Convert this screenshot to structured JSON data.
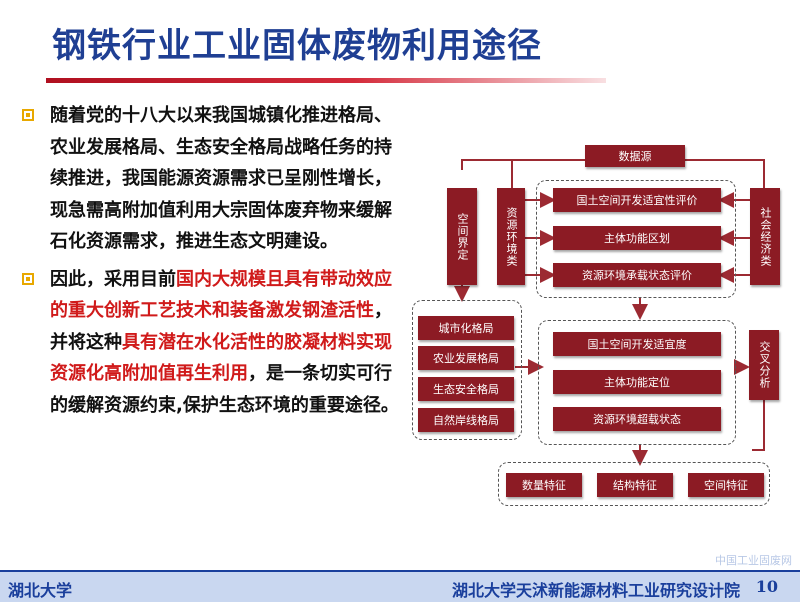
{
  "slide": {
    "title": "钢铁行业工业固体废物利用途径",
    "page_number": "10",
    "watermark": "中国工业固废网"
  },
  "bullets": [
    {
      "segments": [
        {
          "text": "随着党的十八大以来我国城镇化推进格局、农业发展格局、生态安全格局战略任务的持续推进，我国能源资源需求已呈刚性增长，现急需高附加值利用大宗固体废弃物来缓解石化资源需求，推进生态文明建设。",
          "highlight": false
        }
      ]
    },
    {
      "segments": [
        {
          "text": "因此，采用目前",
          "highlight": false
        },
        {
          "text": "国内大规模且具有带动效应的重大创新工艺技术和装备激发钢渣活性",
          "highlight": true
        },
        {
          "text": "，并将这种",
          "highlight": false
        },
        {
          "text": "具有潜在水化活性的胶凝材料实现资源化高附加值再生利用",
          "highlight": true
        },
        {
          "text": "，是一条切实可行的缓解资源约束,保护生态环境的重要途径。",
          "highlight": false
        }
      ]
    }
  ],
  "diagram": {
    "data_source": "数据源",
    "spatial_boundary": "空间界定",
    "resource_environment_type": "资源环境类",
    "socio_economic_type": "社会经济类",
    "cross_analysis": "交叉分析",
    "evaluations": [
      "国土空间开发适宜性评价",
      "主体功能区划",
      "资源环境承载状态评价"
    ],
    "results": [
      "国土空间开发适宜度",
      "主体功能定位",
      "资源环境超载状态"
    ],
    "patterns": [
      "城市化格局",
      "农业发展格局",
      "生态安全格局",
      "自然岸线格局"
    ],
    "features": [
      "数量特征",
      "结构特征",
      "空间特征"
    ]
  },
  "footer": {
    "left": "湖北大学",
    "right": "湖北大学天沭新能源材料工业研究设计院"
  },
  "colors": {
    "title": "#1f3f93",
    "highlight": "#d01a1a",
    "box": "#8c1b24",
    "bullet_mark": "#e8a800",
    "footer_bg": "#c9d7f0"
  }
}
